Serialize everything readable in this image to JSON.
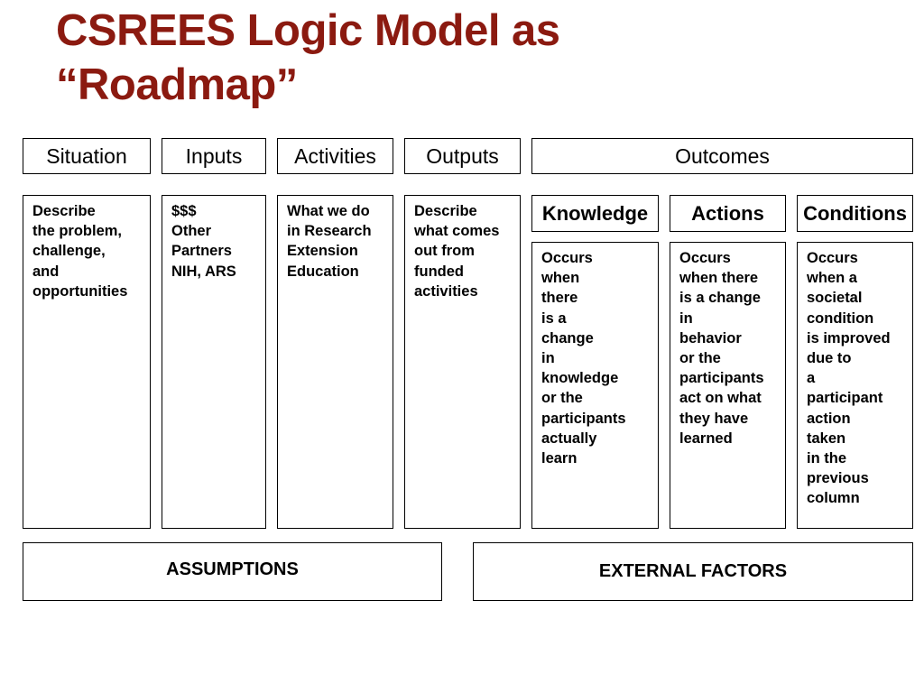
{
  "title": {
    "line1": "CSREES Logic Model as",
    "line2": "“Roadmap”"
  },
  "colors": {
    "title": "#8b1a10",
    "border": "#000000",
    "text": "#000000"
  },
  "headers": {
    "situation": "Situation",
    "inputs": "Inputs",
    "activities": "Activities",
    "outputs": "Outputs",
    "outcomes": "Outcomes"
  },
  "columns": {
    "situation": [
      "Describe",
      "the problem,",
      "challenge,",
      "and",
      "opportunities"
    ],
    "inputs": [
      "$$$",
      "Other",
      "Partners",
      "NIH, ARS"
    ],
    "activities": [
      "What we do",
      "in Research",
      "Extension",
      "Education"
    ],
    "outputs": [
      "Describe",
      "what comes",
      "out from",
      "funded",
      "activities"
    ]
  },
  "outcomes": {
    "knowledge": {
      "label": "Knowledge",
      "lines": [
        "Occurs",
        "when",
        "there",
        "is a",
        "change",
        "in",
        "knowledge",
        "or the",
        "participants",
        "actually",
        "learn"
      ]
    },
    "actions": {
      "label": "Actions",
      "lines": [
        "Occurs",
        "when there",
        "is a change",
        "in",
        "behavior",
        "or the",
        "participants",
        "act on what",
        "they have",
        "learned"
      ]
    },
    "conditions": {
      "label": "Conditions",
      "lines": [
        "Occurs",
        "when a",
        "societal",
        "condition",
        "is improved",
        "due to",
        "a",
        "participant",
        "action",
        "taken",
        "in the",
        "previous",
        "column"
      ]
    }
  },
  "footer": {
    "assumptions": "ASSUMPTIONS",
    "external_factors": "EXTERNAL FACTORS"
  }
}
